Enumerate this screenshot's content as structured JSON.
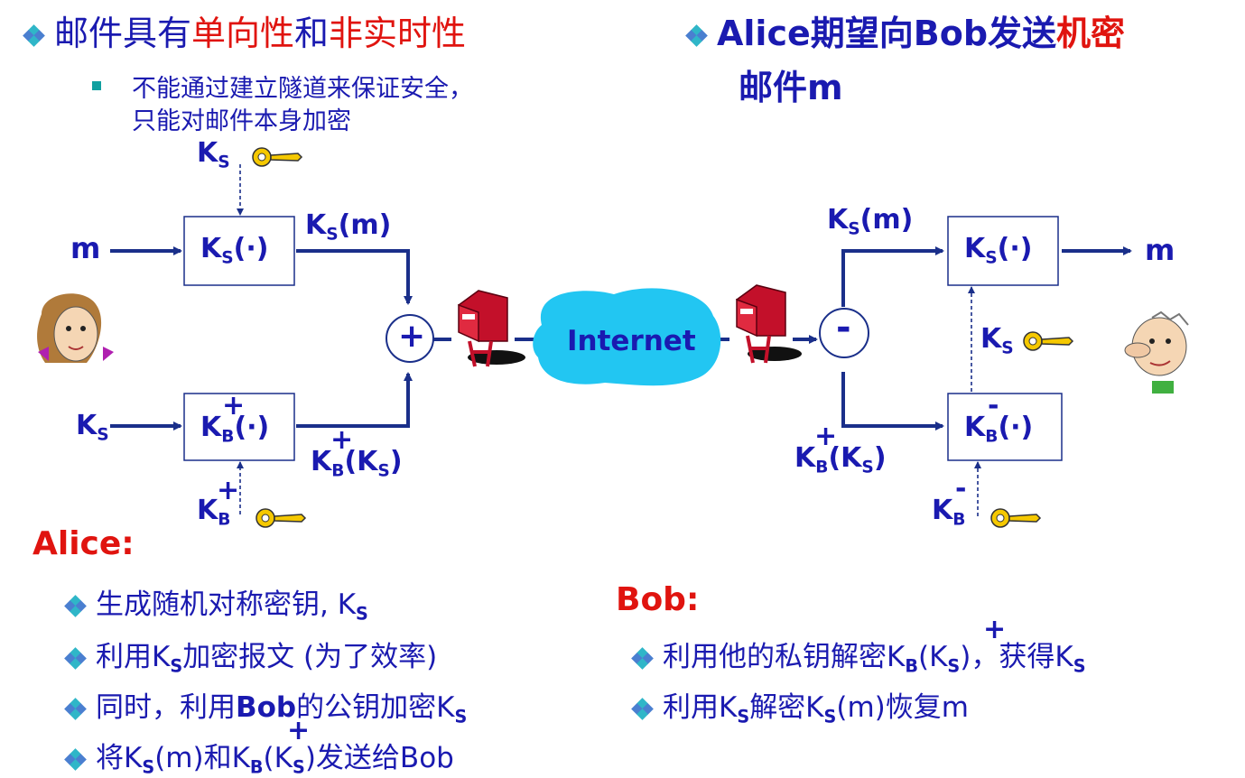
{
  "left_heading": {
    "prefix": "邮件具有",
    "red1": "单向性",
    "mid": "和",
    "red2": "非实时性"
  },
  "left_sub": {
    "line1": "不能通过建立隧道来保证安全，",
    "line2": "只能对邮件本身加密"
  },
  "right_heading": {
    "p1": "Alice期望向Bob发送",
    "red": "机密",
    "line2": "邮件m"
  },
  "diagram": {
    "ks_top_label": "K",
    "s": "S",
    "b": "B",
    "m": "m",
    "box1": "(·)",
    "box2": "(·)",
    "box3": "(·)",
    "box4": "(·)",
    "ksm_left": "(m)",
    "ksm_right": "(m)",
    "kbks": "(K",
    "close": ")",
    "plus_sign": "+",
    "minus_sign": "-",
    "internet": "Internet"
  },
  "alice": {
    "title": "Alice:",
    "b1": "生成随机对称密钥, K",
    "b2a": "利用K",
    "b2b": "加密报文 (为了效率)",
    "b3a": "同时，利用",
    "b3b": "Bob",
    "b3c": "的公钥加密K",
    "b4a": "将K",
    "b4b": "(m)和K",
    "b4c": "(K",
    "b4d": ")发送给Bob"
  },
  "bob": {
    "title": "Bob:",
    "b1a": "利用他的私钥解密K",
    "b1b": "(K",
    "b1c": ")，获得K",
    "b2a": "利用K",
    "b2b": "解密K",
    "b2c": "(m)恢复m"
  },
  "colors": {
    "text": "#1a1ab0",
    "red": "#e0140f",
    "cloud": "#22c6f2",
    "key": "#f5c800",
    "mailbox": "#c3102a"
  }
}
